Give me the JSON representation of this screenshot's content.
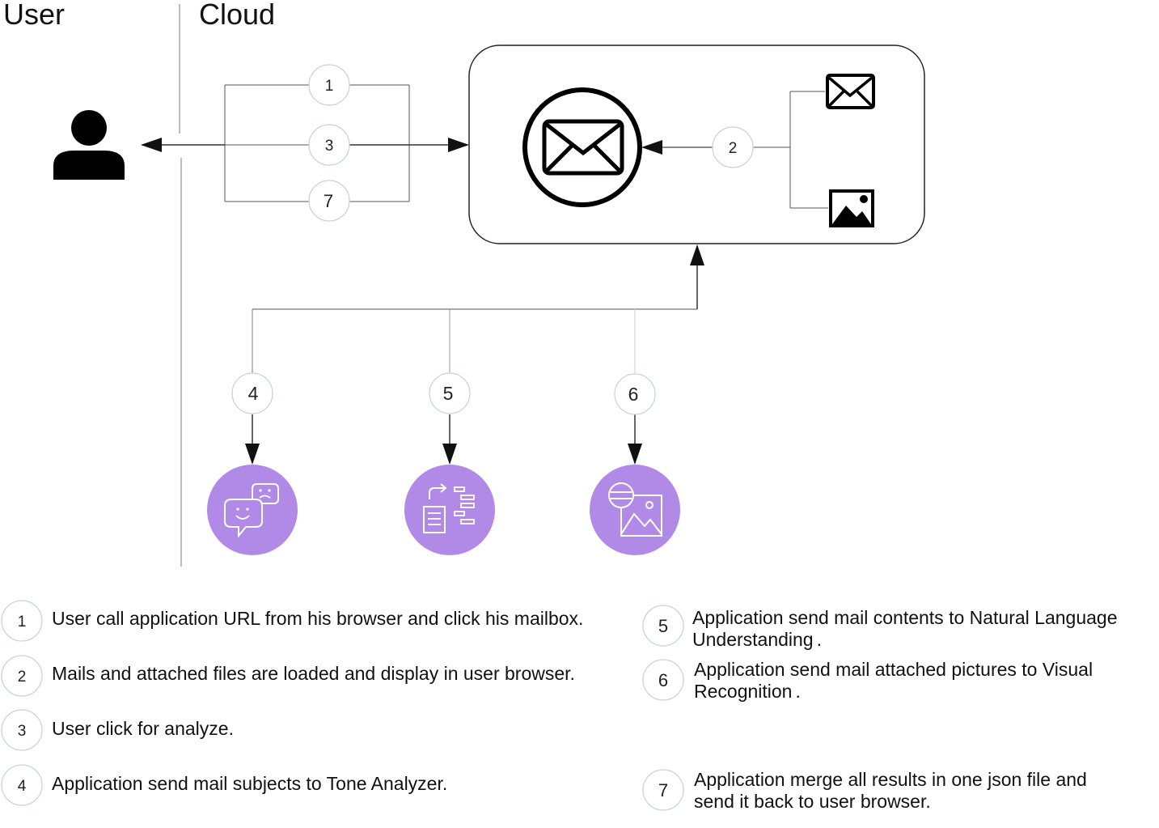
{
  "lanes": {
    "user": "User",
    "cloud": "Cloud"
  },
  "colors": {
    "service_fill": "#b18ae8",
    "line": "#444444",
    "badge_border": "#c9d4d8"
  },
  "icons": {
    "user": "user-icon",
    "app": "mail-app-icon",
    "mail": "mail-icon",
    "picture": "image-icon",
    "tone": "tone-analyzer-icon",
    "nlu": "natural-language-understanding-icon",
    "visual": "visual-recognition-icon"
  },
  "flow_badges": {
    "b1": "1",
    "b2": "2",
    "b3": "3",
    "b4": "4",
    "b5": "5",
    "b6": "6",
    "b7": "7"
  },
  "steps": [
    {
      "num": "1",
      "text": "User call application URL from his browser and click his mailbox."
    },
    {
      "num": "2",
      "text": "Mails and attached files are loaded and display in user browser."
    },
    {
      "num": "3",
      "text": "User click for analyze."
    },
    {
      "num": "4",
      "text": "Application send mail subjects to Tone Analyzer."
    },
    {
      "num": "5",
      "line1": "Application send mail contents to Natural Language",
      "line2": "Understanding",
      "dot": "."
    },
    {
      "num": "6",
      "line1": "Application send mail attached pictures to Visual",
      "line2": "Recognition",
      "dot": "."
    },
    {
      "num": "7",
      "line1": "Application merge all results in one json file and",
      "line2": "send it back to user browser."
    }
  ]
}
